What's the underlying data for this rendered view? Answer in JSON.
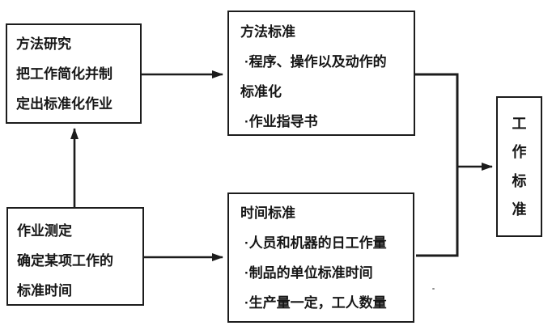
{
  "colors": {
    "line": "#1c1c1c",
    "text": "#161616",
    "background": "#ffffff"
  },
  "boxes": {
    "method_study": {
      "title": "方法研究",
      "lines": [
        "把工作简化并制",
        "定出标准化作业"
      ]
    },
    "work_measurement": {
      "title": "作业测定",
      "lines": [
        "确定某项工作的",
        "标准时间"
      ]
    },
    "method_standard": {
      "title": "方法标准",
      "lines": [
        "·程序、操作以及动作的",
        "标准化",
        "·作业指导书"
      ]
    },
    "time_standard": {
      "title": "时间标准",
      "lines": [
        "·人员和机器的日工作量",
        "·制品的单位标准时间",
        "·生产量一定，工人数量"
      ]
    },
    "work_standard": {
      "title": "工作标准",
      "chars": [
        "工",
        "作",
        "标",
        "准"
      ]
    }
  },
  "edges": [
    {
      "from": "work_measurement",
      "to": "method_study"
    },
    {
      "from": "method_study",
      "to": "method_standard"
    },
    {
      "from": "work_measurement",
      "to": "time_standard"
    },
    {
      "from": "method_standard",
      "to": "work_standard"
    },
    {
      "from": "time_standard",
      "to": "work_standard"
    }
  ]
}
